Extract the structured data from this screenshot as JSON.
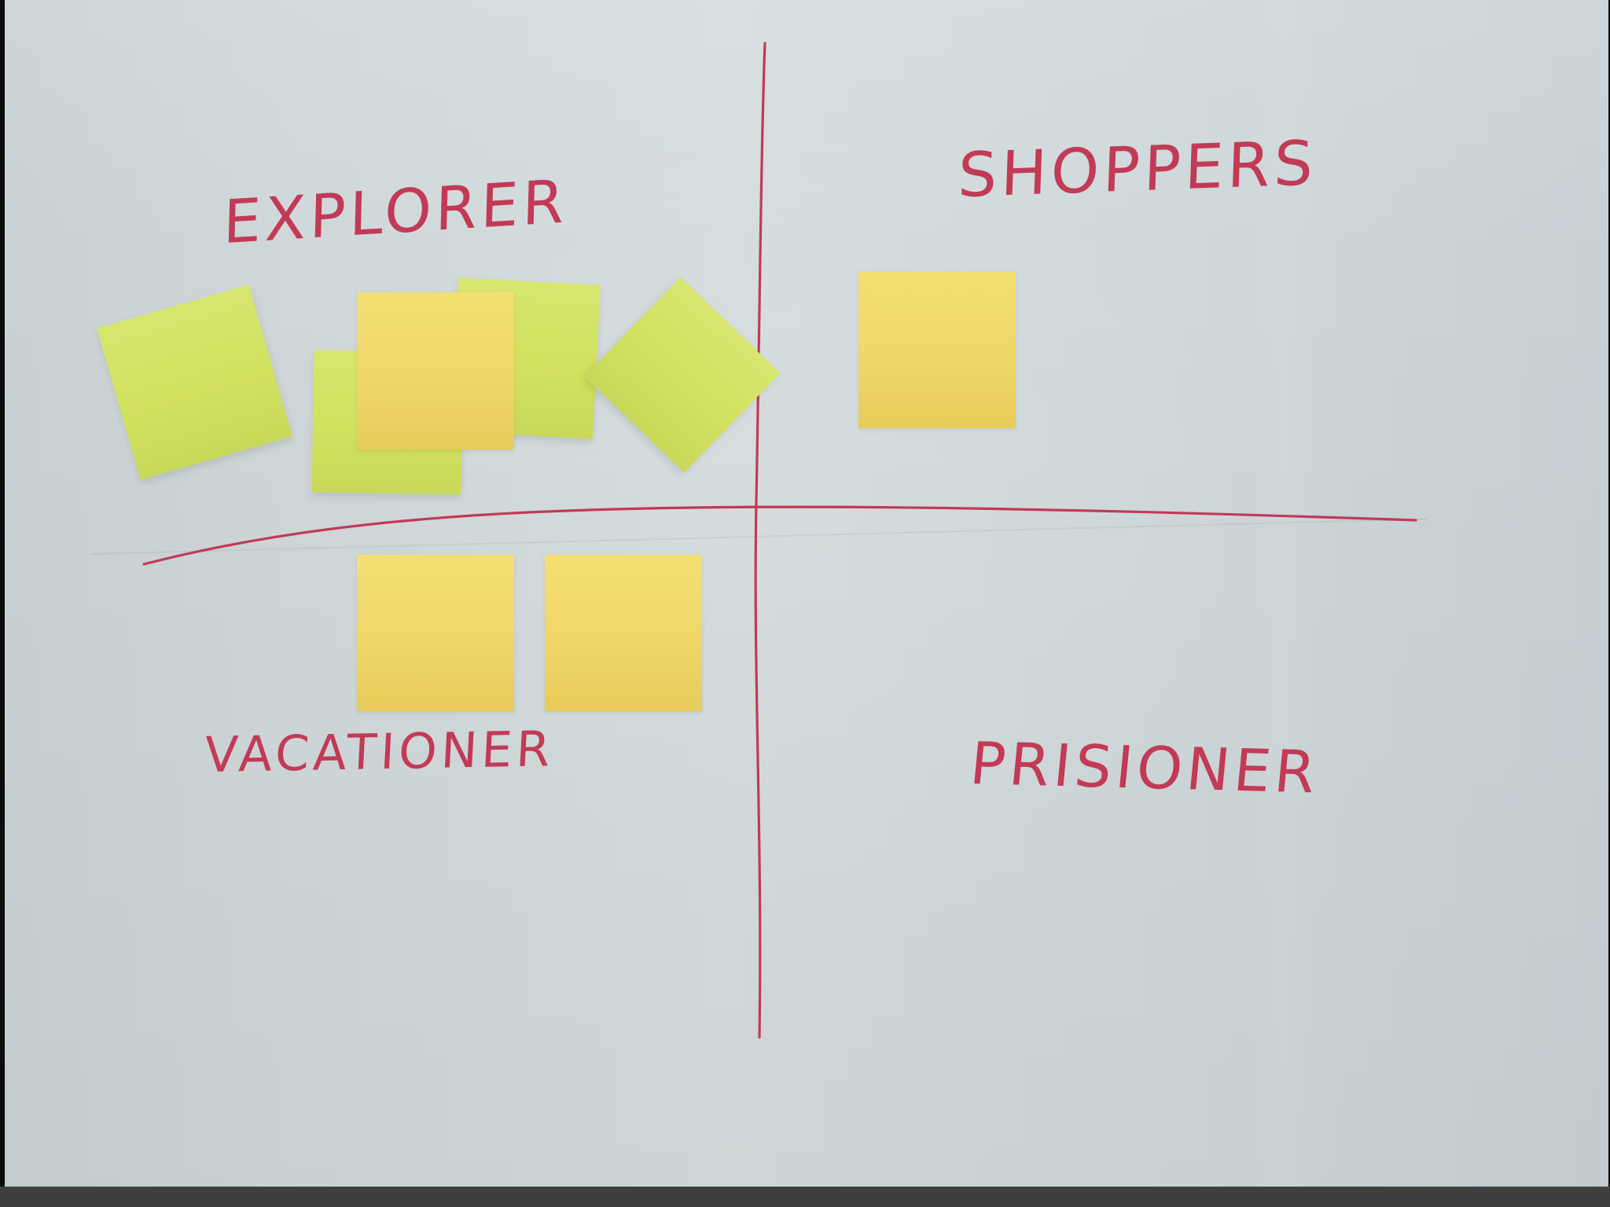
{
  "board": {
    "labels": {
      "top_left": "EXPLORER",
      "top_right": "SHOPPERS",
      "bottom_left": "VACATIONER",
      "bottom_right": "PRISIONER"
    }
  },
  "colors": {
    "marker": "#c23a56",
    "paper": "#d2dadc",
    "green_note": "#d5e46a",
    "yellow_note": "#f1d968"
  }
}
